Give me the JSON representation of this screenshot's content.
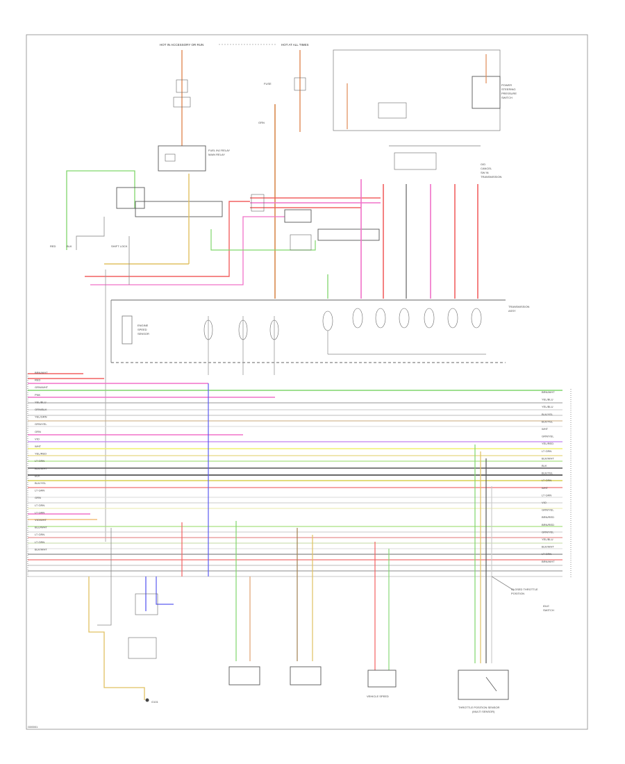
{
  "diagram": {
    "code": "G00001",
    "top_labels": {
      "left_bus": "HOT IN ACCESSORY OR RUN",
      "right_bus": "HOT AT ALL TIMES"
    },
    "connector_left_labels": [
      "BRN/WHT",
      "RED",
      "GRN/WHT",
      "PNK",
      "YEL/BLU",
      "ORN/BLK",
      "YEL/GRN",
      "GRN/YEL",
      "ORN",
      "VIO",
      "WHT",
      "YEL/RED",
      "LT GRN",
      "BLK/WHT",
      "BLK",
      "BLK/YEL",
      "LT GRN",
      "GRN",
      "LT GRN",
      "LT GRN",
      "VIO/WHT",
      "BLU/WHT",
      "LT GRN",
      "LT GRN",
      "BLK/WHT"
    ],
    "connector_right_labels": [
      "BRN/WHT",
      "YEL/BLU",
      "YEL/BLU",
      "BLK/YEL",
      "BLK/YEL",
      "WHT",
      "GRN/YEL",
      "YEL/RED",
      "LT GRN",
      "BLK/WHT",
      "BLK",
      "BLK/YEL",
      "LT GRN",
      "WHT",
      "LT GRN",
      "VIO",
      "GRN/YEL",
      "BRN/RED",
      "BRN/RED",
      "GRN/YEL",
      "YEL/BLU",
      "BLK/WHT",
      "LT GRN",
      "BRN/WHT"
    ],
    "components": {
      "transmission": "TRANSMISSION\nASSY",
      "engine_speed": "ENGINE\nSPEED\nSENSOR",
      "tps": "THROTTLE POSITION SENSOR\n(MULTI SENSOR)",
      "vss": "VEHICLE\nSPEED\nSENSOR",
      "ground": "G101"
    }
  }
}
